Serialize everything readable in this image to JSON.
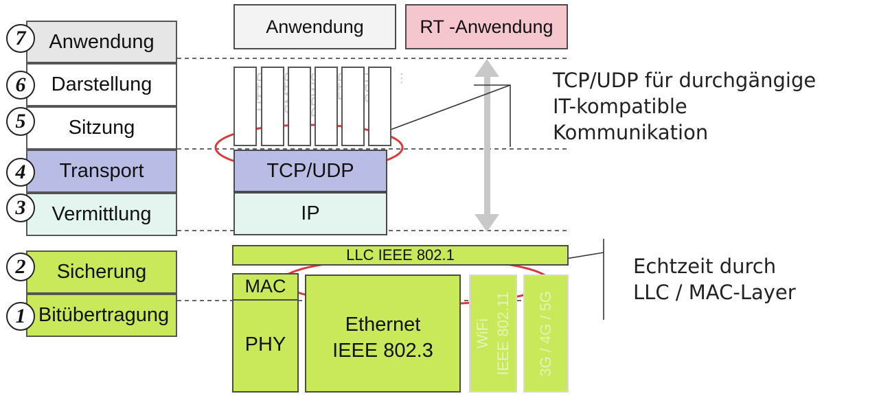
{
  "osi_layers": [
    {
      "num": "7",
      "label": "Anwendung"
    },
    {
      "num": "6",
      "label": "Darstellung"
    },
    {
      "num": "5",
      "label": "Sitzung"
    },
    {
      "num": "4",
      "label": "Transport"
    },
    {
      "num": "3",
      "label": "Vermittlung"
    },
    {
      "num": "2",
      "label": "Sicherung"
    },
    {
      "num": "1",
      "label": "Bitübertragung"
    }
  ],
  "stack": {
    "app": "Anwendung",
    "rt_app": "RT -Anwendung",
    "protocols": [
      "HTTP",
      "SMTP",
      "DPWS",
      "FTP",
      "SSH",
      "..."
    ],
    "transport": "TCP/UDP",
    "network": "IP",
    "llc": "LLC IEEE 802.1",
    "mac": "MAC",
    "phy": "PHY",
    "ethernet_line1": "Ethernet",
    "ethernet_line2": "IEEE 802.3",
    "wifi_line1": "WiFi",
    "wifi_line2": "IEEE 802.11",
    "cellular": "3G / 4G / 5G"
  },
  "notes": {
    "tcp_line1": "TCP/UDP für durchgängige",
    "tcp_line2": "IT-kompatible",
    "tcp_line3": "Kommunikation",
    "rt_line1": "Echtzeit durch",
    "rt_line2": "LLC / MAC-Layer"
  },
  "colors": {
    "green": "#c9e85a",
    "transport_blue": "#b9bde6",
    "network_mint": "#e4f5ef",
    "app_gray": "#e6e6e6",
    "rt_pink": "#f5c6cd",
    "ellipse_red": "#d63a3a"
  }
}
